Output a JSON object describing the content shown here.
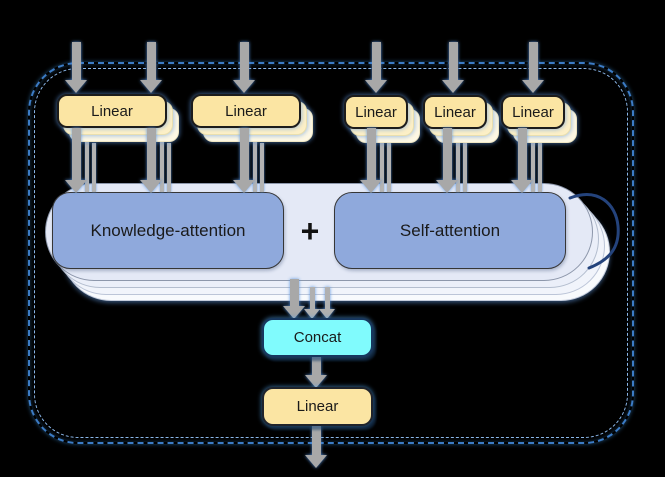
{
  "diagram": {
    "top_linear_labels": [
      "Linear",
      "Linear",
      "Linear",
      "Linear",
      "Linear"
    ],
    "attention": {
      "knowledge_label": "Knowledge-attention",
      "plus_operator": "+",
      "self_label": "Self-attention"
    },
    "concat_label": "Concat",
    "output_linear_label": "Linear",
    "colors": {
      "linear_fill": "#FBE5A3",
      "linear_stack_fill": "#FDF0C7",
      "attention_fill": "#8FA9DC",
      "container_fill": "#E4E9F6",
      "concat_fill": "#80FBFD",
      "dashed_border": "#3C7CC6",
      "arrow_gray": "#A8A8A8",
      "loop_stroke": "#24437C"
    }
  }
}
